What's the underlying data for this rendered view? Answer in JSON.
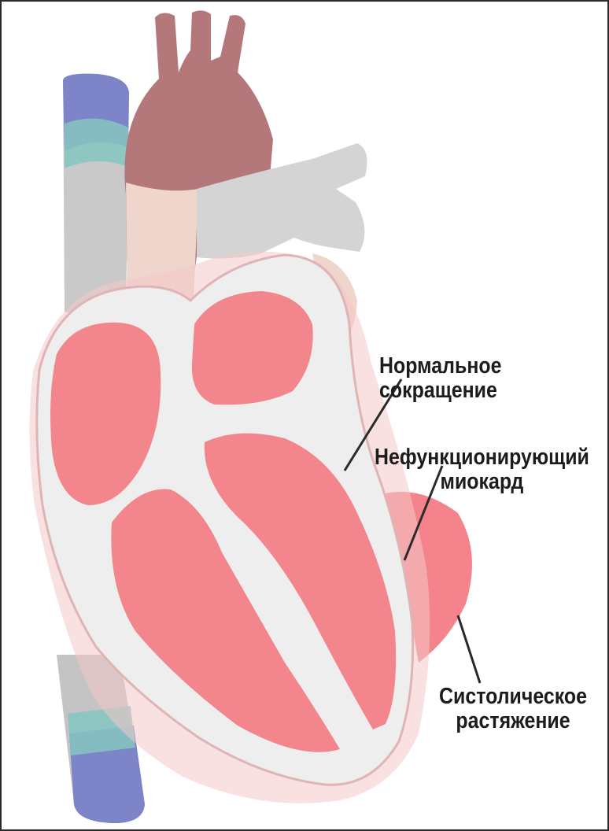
{
  "diagram": {
    "labels": {
      "normal_contraction": {
        "line1": "Нормальное",
        "line2": "сокращение"
      },
      "nonfunctioning_myocardium": {
        "line1": "Нефункционирующий",
        "line2": "миокард"
      },
      "systolic_stretch": {
        "line1": "Систолическое",
        "line2": "растяжение"
      }
    },
    "colors": {
      "vena_cava": "#7d84c8",
      "vena_cava_teal": "#86c6c0",
      "aorta": "#b4787a",
      "pulmonary_artery": "#d4d4d4",
      "heart_wall": "#eeeeee",
      "heart_outline": "#e0b4b4",
      "chamber": "#f2868c",
      "stretch_zone": "#f05a66",
      "pointer_line": "#2a2a2a"
    }
  }
}
